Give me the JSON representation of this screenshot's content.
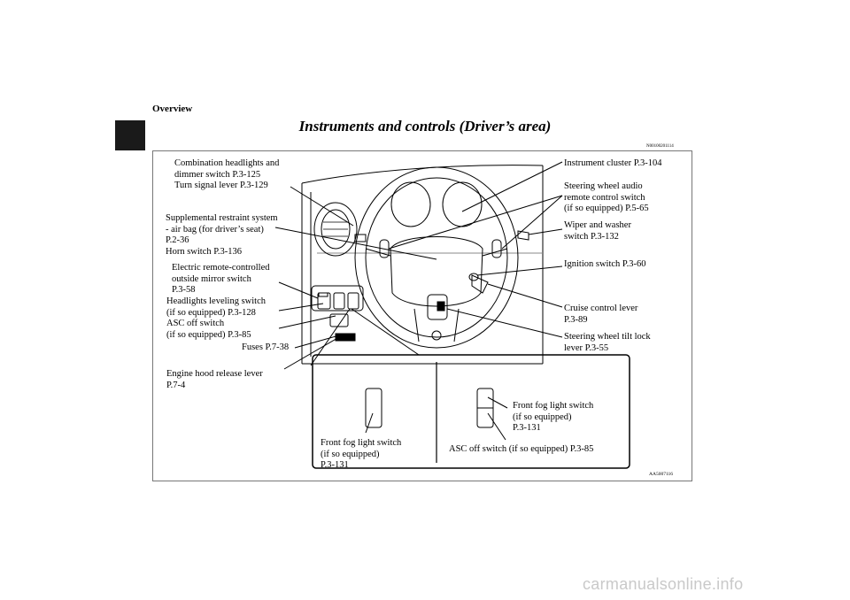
{
  "header": {
    "section": "Overview",
    "title": "Instruments and controls (Driver’s area)",
    "code": "N00100201114"
  },
  "figure": {
    "code": "AA5007116",
    "callouts": {
      "combination_headlights": "Combination headlights and\ndimmer switch P.3-125\nTurn signal lever P.3-129",
      "airbag_horn": "Supplemental restraint system\n- air bag (for driver’s seat)\nP.2-36\nHorn switch P.3-136",
      "mirror_switch": "Electric remote-controlled\noutside mirror switch\nP.3-58",
      "leveling_asc": "Headlights leveling switch\n(if so equipped) P.3-128\nASC off switch\n(if so equipped) P.3-85",
      "fuses": "Fuses P.7-38",
      "hood_release": "Engine hood release lever\nP.7-4",
      "instrument_cluster": "Instrument cluster P.3-104",
      "audio_switch": "Steering wheel audio\nremote control switch\n(if so equipped) P.5-65",
      "wiper_washer": "Wiper and washer\nswitch P.3-132",
      "ignition": "Ignition switch P.3-60",
      "cruise": "Cruise control lever\nP.3-89",
      "tilt_lock": "Steering wheel tilt lock\nlever P.3-55",
      "fog_left": "Front fog light switch\n(if so equipped)\nP.3-131",
      "fog_right": "Front fog light switch\n(if so equipped)\nP.3-131",
      "asc_off": "ASC off switch (if so equipped) P.3-85"
    }
  },
  "watermark": "carmanualsonline.info"
}
